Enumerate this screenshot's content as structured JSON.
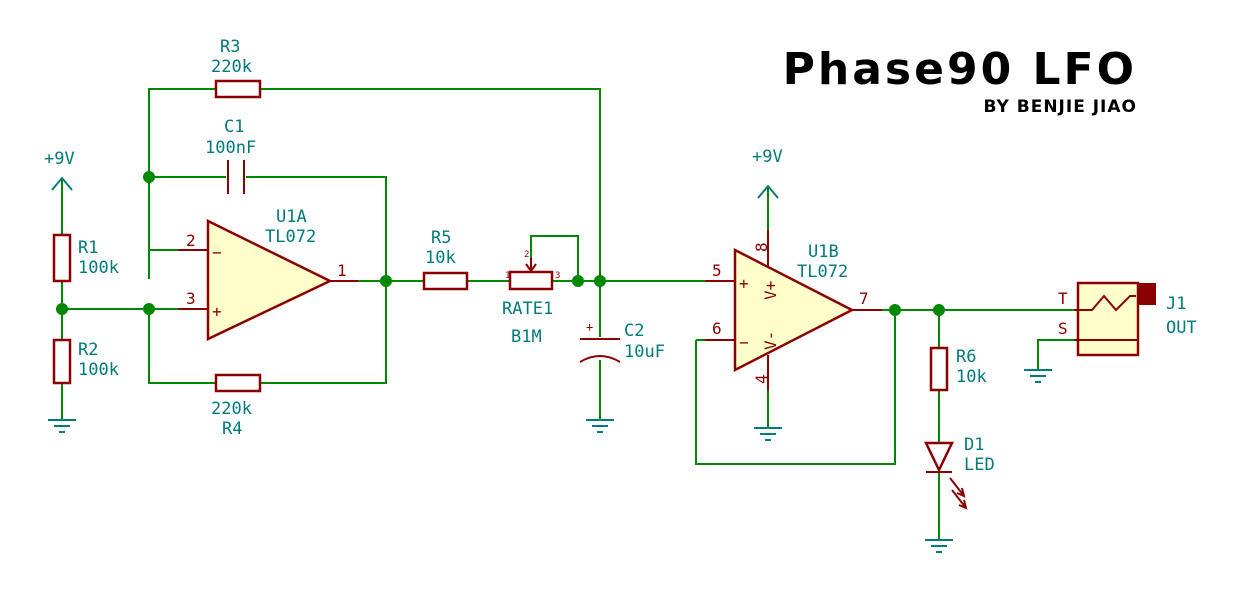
{
  "title": "Phase90 LFO",
  "subtitle": "BY BENJIE JIAO",
  "power": {
    "left": "+9V",
    "right": "+9V"
  },
  "components": {
    "R1": {
      "ref": "R1",
      "value": "100k"
    },
    "R2": {
      "ref": "R2",
      "value": "100k"
    },
    "R3": {
      "ref": "R3",
      "value": "220k"
    },
    "R4": {
      "ref": "R4",
      "value": "220k"
    },
    "R5": {
      "ref": "R5",
      "value": "10k"
    },
    "R6": {
      "ref": "R6",
      "value": "10k"
    },
    "C1": {
      "ref": "C1",
      "value": "100nF"
    },
    "C2": {
      "ref": "C2",
      "value": "10uF"
    },
    "U1A": {
      "ref": "U1A",
      "value": "TL072"
    },
    "U1B": {
      "ref": "U1B",
      "value": "TL072"
    },
    "RATE1": {
      "ref": "RATE1",
      "value": "B1M"
    },
    "D1": {
      "ref": "D1",
      "value": "LED"
    },
    "J1": {
      "ref": "J1",
      "value": "OUT"
    }
  },
  "pins": {
    "u1a_inv": "2",
    "u1a_noninv": "3",
    "u1a_out": "1",
    "u1b_noninv": "5",
    "u1b_inv": "6",
    "u1b_out": "7",
    "u1b_vplus_pin": "8",
    "u1b_vminus_pin": "4",
    "vplus": "V+",
    "vminus": "V-",
    "minus_sign": "−",
    "plus_sign": "+",
    "pot_1": "1",
    "pot_2": "2",
    "pot_3": "3",
    "jack_tip": "T",
    "jack_sleeve": "S",
    "cap_polarity": "+"
  },
  "colors": {
    "wire": "#008800",
    "component": "#8b0000",
    "label": "#007b7b",
    "fill": "#ffffcc"
  }
}
